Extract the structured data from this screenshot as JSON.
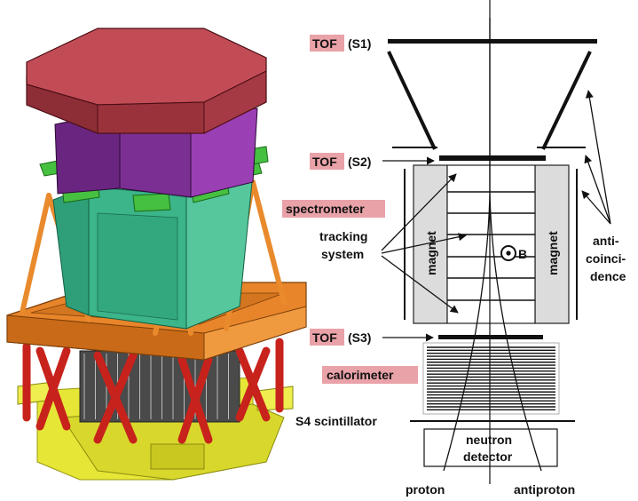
{
  "labels": {
    "tof_s1_tag": "TOF",
    "tof_s1_id": "(S1)",
    "tof_s2_tag": "TOF",
    "tof_s2_id": "(S2)",
    "tof_s3_tag": "TOF",
    "tof_s3_id": "(S3)",
    "spectrometer": "spectrometer",
    "tracking_1": "tracking",
    "tracking_2": "system",
    "magnet_left": "magnet",
    "magnet_right": "magnet",
    "field": "B",
    "anti_1": "anti-",
    "anti_2": "coinci-",
    "anti_3": "dence",
    "calorimeter": "calorimeter",
    "s4": "S4 scintillator",
    "neutron_1": "neutron",
    "neutron_2": "detector",
    "proton": "proton",
    "antiproton": "antiproton"
  },
  "colors": {
    "tag_bg": "#e9a2a8",
    "octagon_lid": "#b84a52",
    "purple_box": "#7a2f8f",
    "green_body": "#3fb38a",
    "orange_frame": "#e2801f",
    "red_struts": "#d12a24",
    "yellow_base": "#e8e83a",
    "magnet_fill": "#dcdcdc"
  }
}
